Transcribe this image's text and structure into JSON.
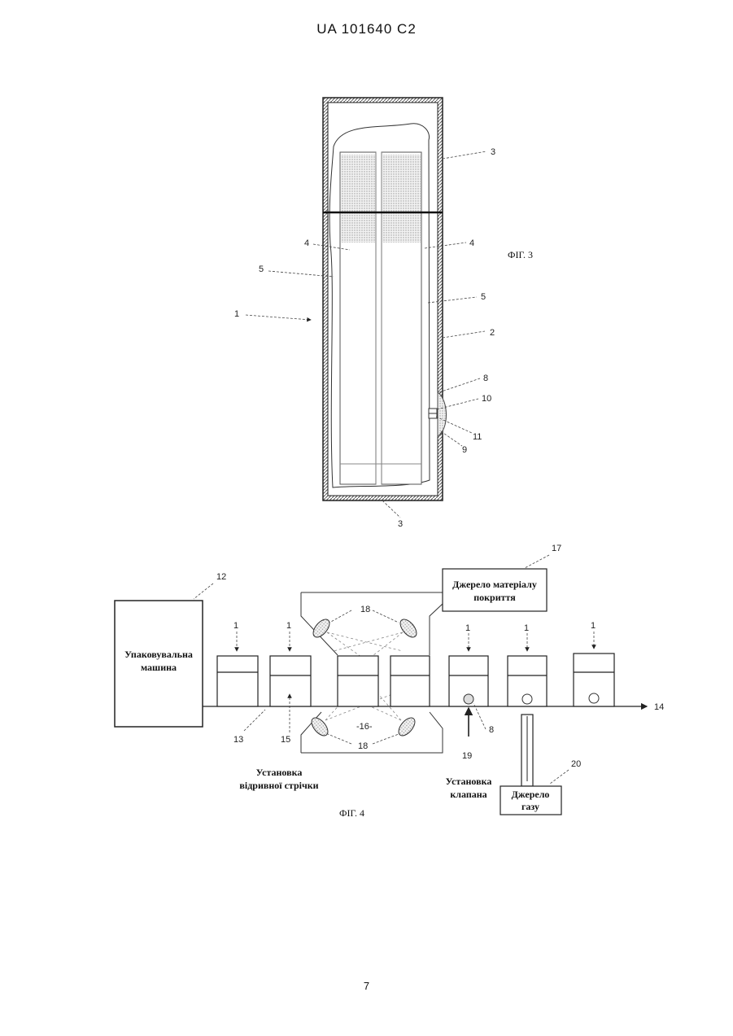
{
  "header": {
    "text": "UA   101640   C2"
  },
  "page_number": "7",
  "fig3": {
    "caption": "ФІГ. 3",
    "labels": {
      "n1": "1",
      "n2": "2",
      "n3_top": "3",
      "n3_bottom": "3",
      "n4_left": "4",
      "n4_right": "4",
      "n5_left": "5",
      "n5_right": "5",
      "n8": "8",
      "n9": "9",
      "n10": "10",
      "n11": "11"
    }
  },
  "fig4": {
    "caption": "ФІГ. 4",
    "packaging_machine": {
      "line1": "Упаковувальна",
      "line2": "машина",
      "number": "12"
    },
    "coating_source": {
      "line1": "Джерело матеріалу",
      "line2": "покриття",
      "number": "17"
    },
    "gas_source": {
      "line1": "Джерело",
      "line2": "газу",
      "number": "20"
    },
    "tear_strip_station": {
      "line1": "Установка",
      "line2": "відривної стрічки",
      "number": "15"
    },
    "valve_station": {
      "line1": "Установка",
      "line2": "клапана",
      "number": "19"
    },
    "labels": {
      "n13": "13",
      "n14": "14",
      "n16": "-16-",
      "n18_top": "18",
      "n18_bottom": "18",
      "n8": "8",
      "box1_a": "1",
      "box1_b": "1",
      "box1_c": "1",
      "box1_d": "1",
      "box1_e": "1"
    }
  }
}
